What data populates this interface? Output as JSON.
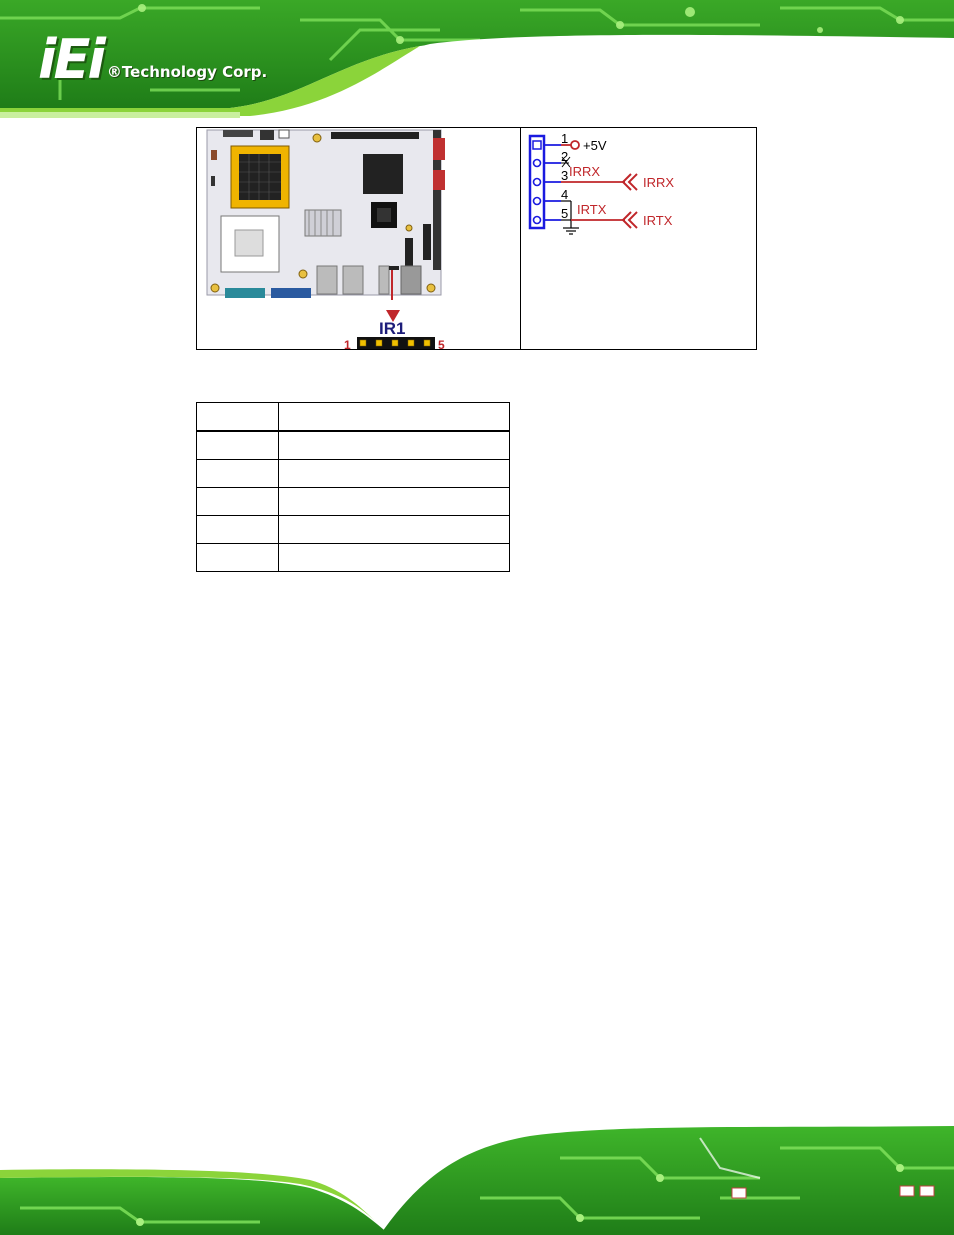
{
  "header": {
    "logo_mark": "iEi",
    "logo_text": "®Technology Corp."
  },
  "figure": {
    "connector_label": "IR1",
    "pin_first": "1",
    "pin_last": "5",
    "schematic": {
      "pins": [
        "1",
        "2",
        "3",
        "4",
        "5"
      ],
      "signals": [
        "+5V",
        "IRRX",
        "IRTX"
      ],
      "ports": [
        "IRRX",
        "IRTX"
      ]
    }
  },
  "pin_table": {
    "headers": [
      "",
      ""
    ],
    "rows": [
      [
        "",
        ""
      ],
      [
        "",
        ""
      ],
      [
        "",
        ""
      ],
      [
        "",
        ""
      ],
      [
        "",
        ""
      ]
    ]
  },
  "colors": {
    "pcb_green": "#2e9a1f",
    "accent_lime": "#8bd43a",
    "signal_red": "#d9262c",
    "schematic_blue": "#1a1ae0"
  }
}
